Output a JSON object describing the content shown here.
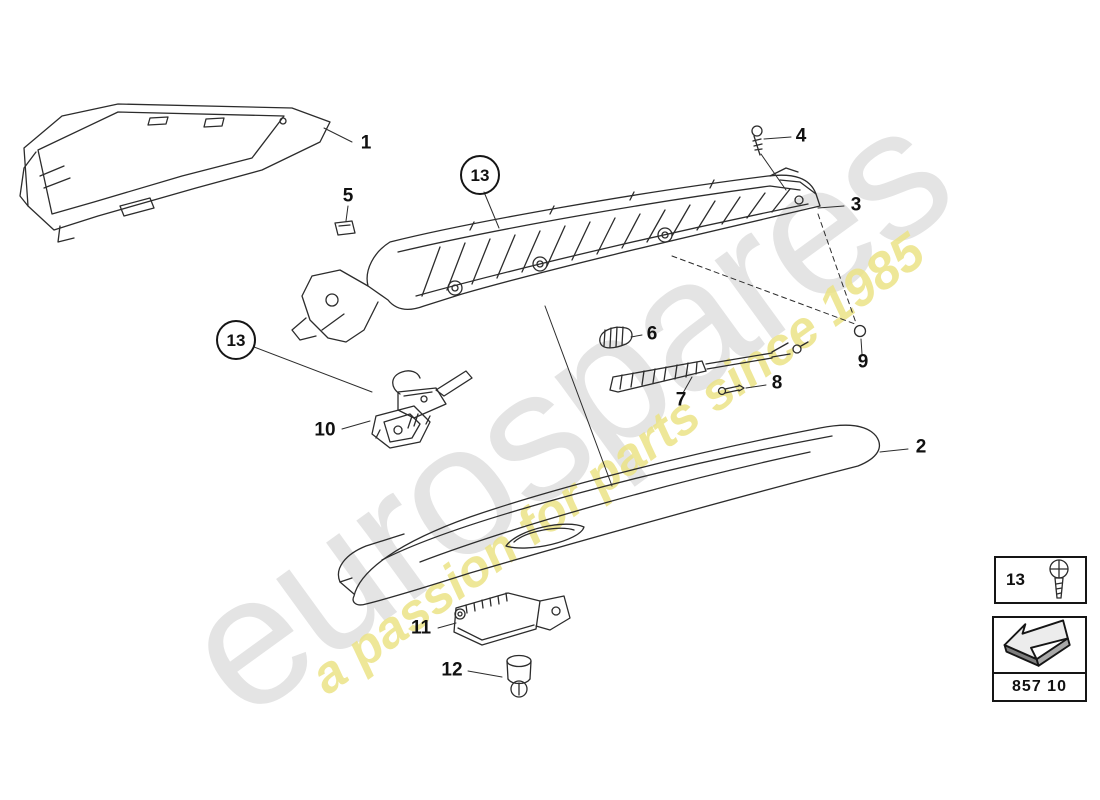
{
  "watermark": {
    "brand": "eurospares",
    "tagline": "a passion for parts since 1985"
  },
  "callouts": {
    "part1": "1",
    "part2": "2",
    "part3": "3",
    "part4": "4",
    "part5": "5",
    "part6": "6",
    "part7": "7",
    "part8": "8",
    "part9": "9",
    "part10": "10",
    "part11": "11",
    "part12": "12",
    "part13_upper": "13",
    "part13_lower": "13"
  },
  "legend": {
    "fastener_label": "13",
    "diagram_code": "857 10"
  }
}
